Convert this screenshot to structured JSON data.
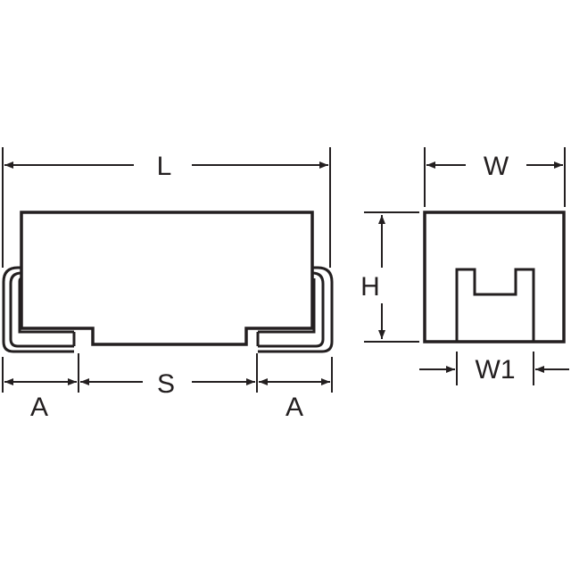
{
  "diagram": {
    "colors": {
      "line": "#231f20",
      "background": "#ffffff"
    },
    "labels": {
      "L": "L",
      "S": "S",
      "A_left": "A",
      "A_right": "A",
      "W": "W",
      "H": "H",
      "W1": "W1"
    }
  }
}
